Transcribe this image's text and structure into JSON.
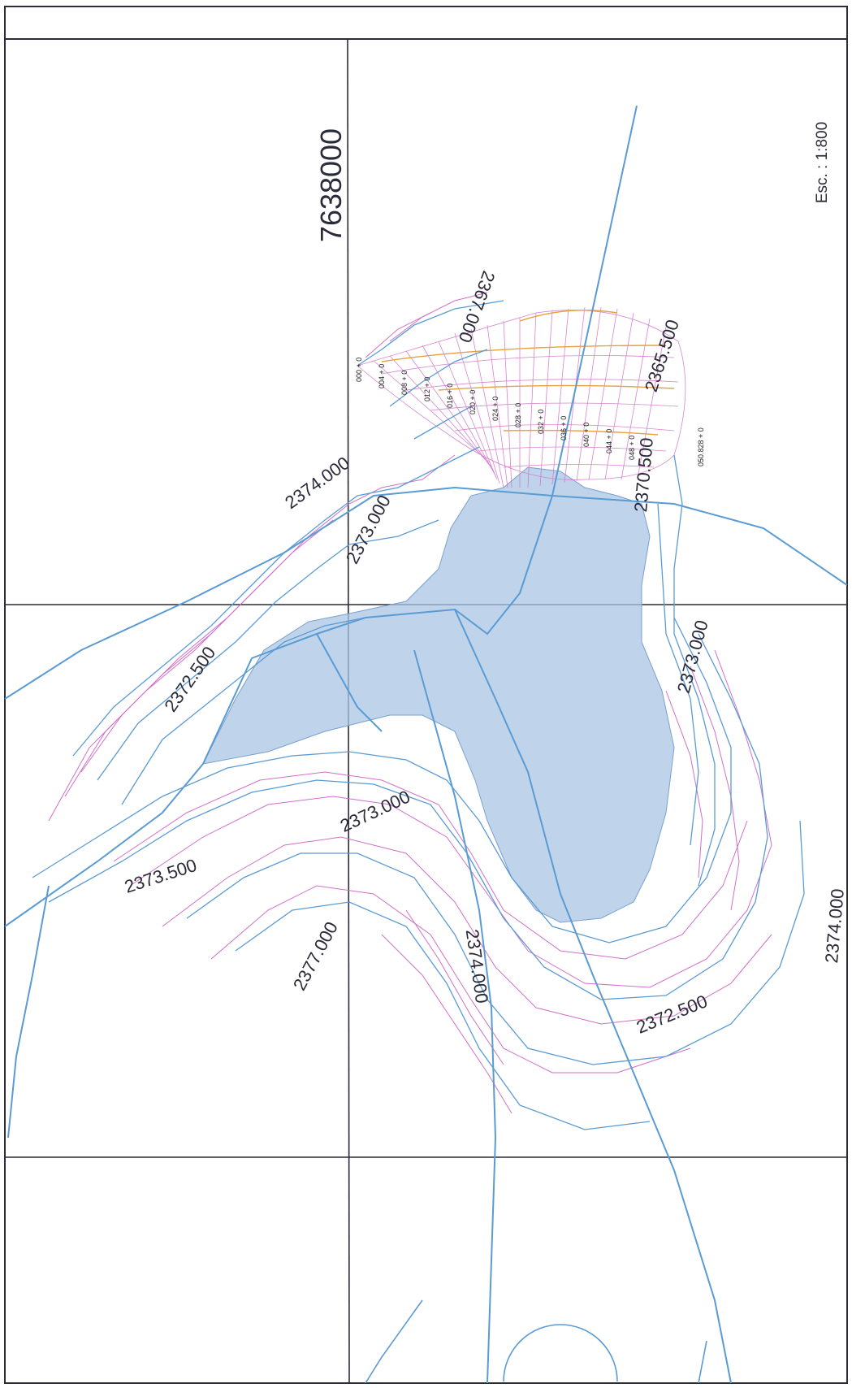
{
  "map": {
    "coordinate_label": "7638000",
    "scale_label": "Esc. : 1:800",
    "contour_labels": [
      "2367.000",
      "2365.500",
      "2374.000",
      "2373.000",
      "2370.500",
      "2372.500",
      "2373.000",
      "2373.000",
      "2373.500",
      "2377.000",
      "2374.000",
      "2374.000",
      "2372.500"
    ],
    "chainage_labels": [
      "000 + 0",
      "004 + 0",
      "008 + 0",
      "012 + 0",
      "016 + 0",
      "020 + 0",
      "024 + 0",
      "028 + 0",
      "032 + 0",
      "036 + 0",
      "040 + 0",
      "044 + 0",
      "048 + 0",
      "050.828 + 0"
    ],
    "colors": {
      "grid": "#2b2b3a",
      "blue_lines": "#5a9bd4",
      "magenta_lines": "#d070c8",
      "fill": "#a9c6e4",
      "orange": "#e8a040"
    }
  }
}
